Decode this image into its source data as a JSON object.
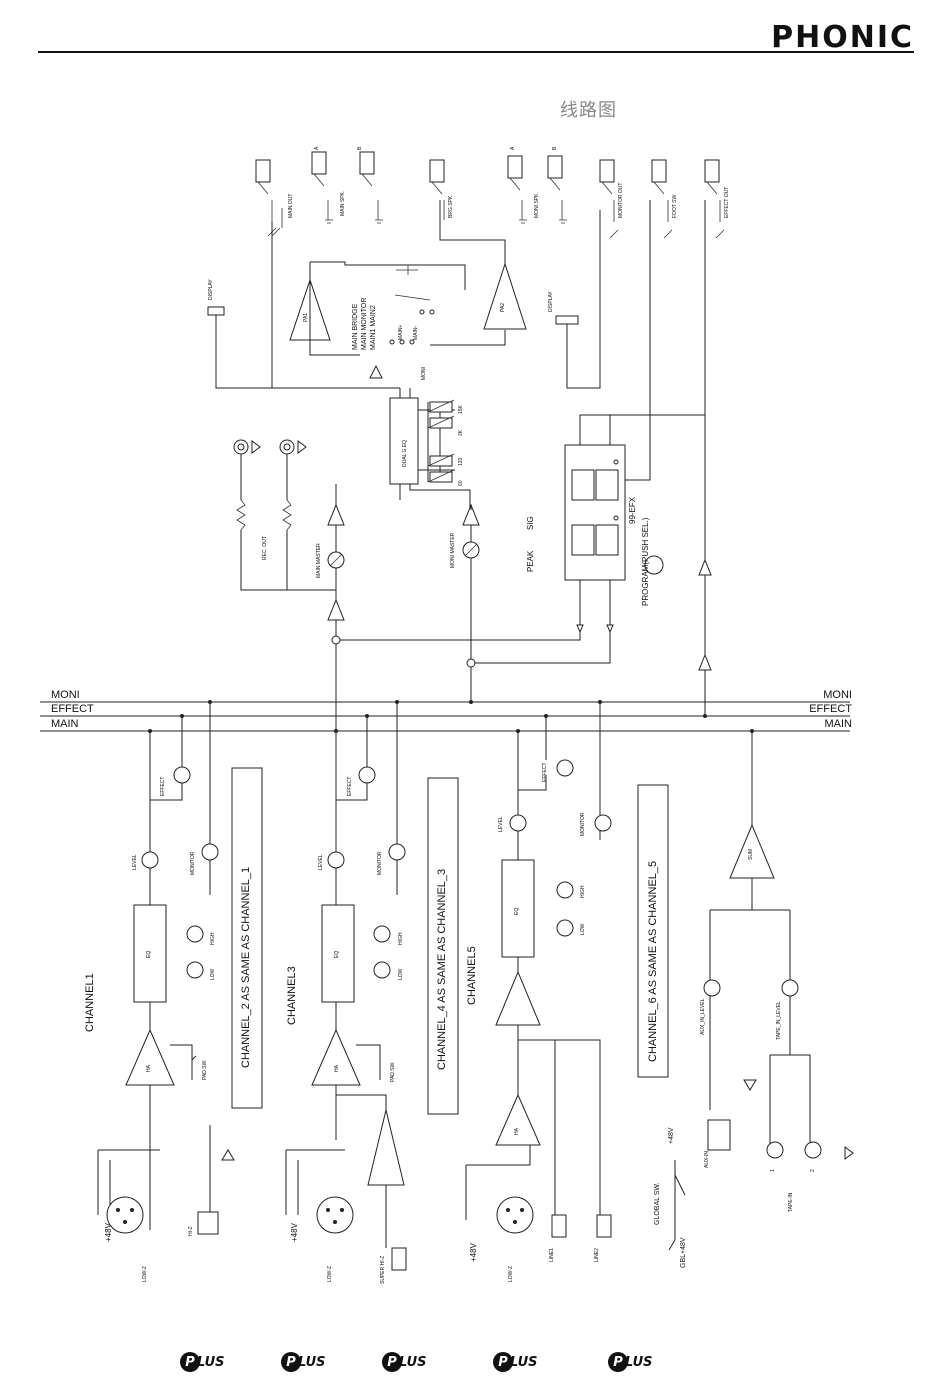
{
  "header": {
    "brand": "PHONIC",
    "cjk_title": "线路图"
  },
  "bus": {
    "moni": "MONI",
    "effect": "EFFECT",
    "main": "MAIN"
  },
  "labels": {
    "main_out": "MAIN OUT",
    "main_spk": "MAIN SPK.",
    "bridge_spk": "BRG.SPK.",
    "moni_spk": "MONI SPK.",
    "monitor_out": "MONITOR OUT",
    "foot_sw": "FOOT SW",
    "effect_out": "EFFECT OUT",
    "jack_a": "A",
    "jack_b": "B",
    "display": "DISPLAY",
    "pa1": "PA1",
    "pa2": "PA2",
    "main_bridge": "MAIN BRIDGE",
    "main_monitor": "MAIN MONITOR",
    "main1_main2": "MAIN1 MAIN2",
    "main_plus": "MAIN+",
    "main_minus": "MAIN-",
    "moni": "MONI",
    "dual_geq": "DUAL G.EQ",
    "f60": "60",
    "f120": "120",
    "f2k": "2K",
    "f15k": "15K",
    "rec_out": "REC. OUT",
    "main_master": "MAIN MASTER",
    "moni_master": "MONI MASTER",
    "sig": "SIG",
    "peak": "PEAK",
    "fx": "99-EFX",
    "program": "PROGRAM(PUSH SEL.)",
    "effect": "EFFECT",
    "level": "LEVEL",
    "monitor": "MONITOR",
    "eq": "EQ",
    "high": "HIGH",
    "low": "LOW",
    "ha": "HA",
    "pad_sw": "PAD SW.",
    "plus48v": "+48V",
    "low_z": "LOW-Z",
    "hi_z": "HI-Z",
    "super_hi_z": "SUPER HI-Z",
    "line1": "LINE1",
    "line2": "LINE2",
    "global_sw": "GLOBAL SW.",
    "gbl_48v": "GBL+48V",
    "sum": "SUM",
    "aux_in_level": "AUX_IN_LEVEL",
    "tape_in_level": "TAPE_IN_LEVEL",
    "aux_in": "AUX-IN",
    "tape_in": "TAPE-IN",
    "tape1": "1",
    "tape2": "2"
  },
  "channels": {
    "ch1": "CHANNEL1",
    "ch3": "CHANNEL3",
    "ch5": "CHANNEL5",
    "ch2_same": "CHANNEL_2 AS SAME AS CHANNEL_1",
    "ch4_same": "CHANNEL_4 AS SAME AS CHANNEL_3",
    "ch6_same": "CHANNEL_6 AS SAME AS CHANNEL_5"
  },
  "footer": {
    "badge_text": "LUS",
    "badge_letter": "P",
    "badges": 5
  }
}
